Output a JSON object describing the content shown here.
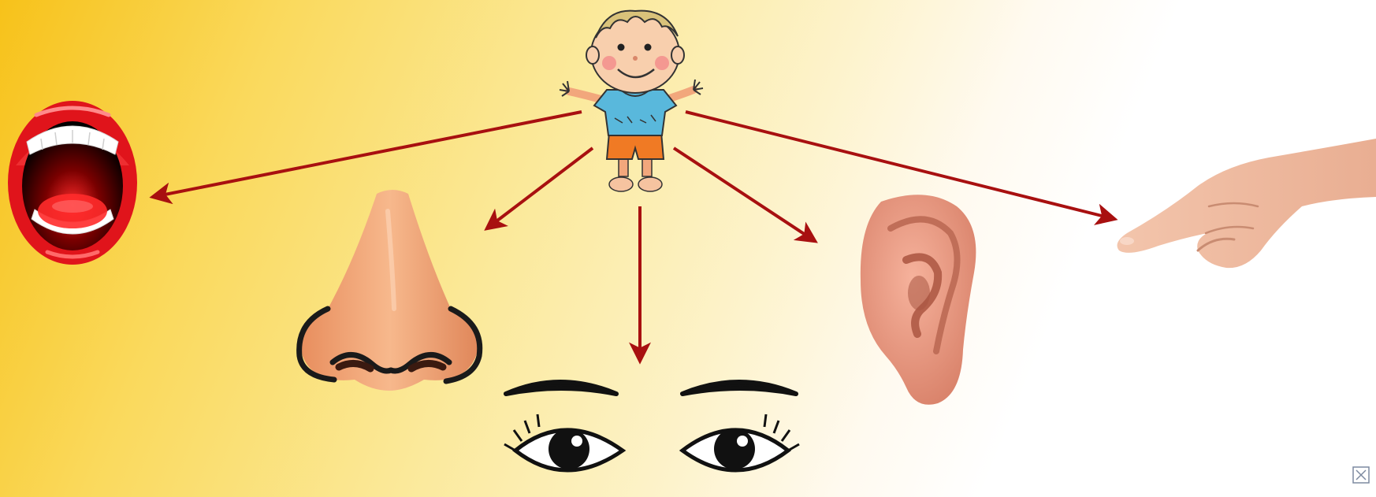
{
  "diagram": {
    "center": {
      "icon": "child-icon"
    },
    "senses": [
      {
        "id": "taste",
        "icon": "mouth-icon"
      },
      {
        "id": "smell",
        "icon": "nose-icon"
      },
      {
        "id": "sight",
        "icon": "eyes-icon"
      },
      {
        "id": "hearing",
        "icon": "ear-icon"
      },
      {
        "id": "touch",
        "icon": "pointing-hand-icon"
      }
    ],
    "arrow_color": "#a81010"
  },
  "colors": {
    "background_warm": "#f7c21a",
    "background_light": "#ffffff",
    "lip_red": "#e0141b",
    "skin": "#f2a77c",
    "shirt": "#59b8dc",
    "shorts": "#f07a24"
  },
  "watermark": {
    "icon": "corner-logo-icon"
  }
}
